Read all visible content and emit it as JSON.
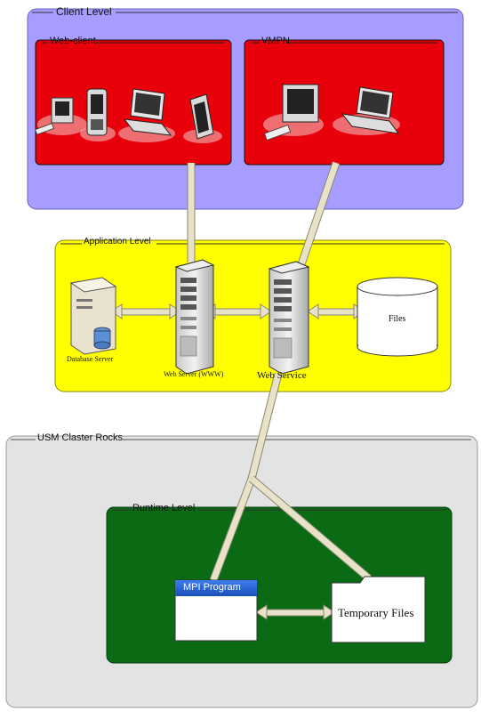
{
  "levels": {
    "client": {
      "title": "Client Level",
      "color": "#a79cff"
    },
    "web_client": {
      "title": "Web-client",
      "color": "#e8000b"
    },
    "vmpn": {
      "title": "VMPN",
      "color": "#e8000b"
    },
    "application": {
      "title": "Application Level",
      "color": "#ffff00"
    },
    "cluster": {
      "title": "USM Claster Rocks",
      "color": "#e3e3e3"
    },
    "runtime": {
      "title": "Runtime Level",
      "color": "#0a6b14"
    }
  },
  "nodes": {
    "database_server": "Database Server",
    "web_server": "Web Server (WWW)",
    "web_service": "Web Service",
    "files": "Files",
    "mpi_program": "MPI Program",
    "temporary_files": "Temporary Files"
  },
  "icons": {
    "web_client_devices": [
      "desktop-computer-icon",
      "pda-icon",
      "laptop-icon",
      "tablet-icon"
    ],
    "vmpn_devices": [
      "desktop-computer-icon",
      "laptop-icon"
    ],
    "servers": [
      "database-server-icon",
      "server-tower-icon"
    ],
    "storage": [
      "cylinder-icon",
      "folder-icon"
    ]
  },
  "colors": {
    "connector": "#e8e3c8",
    "connector_edge": "#8a8670",
    "mpi_title_bar": "#1f5fd0"
  }
}
